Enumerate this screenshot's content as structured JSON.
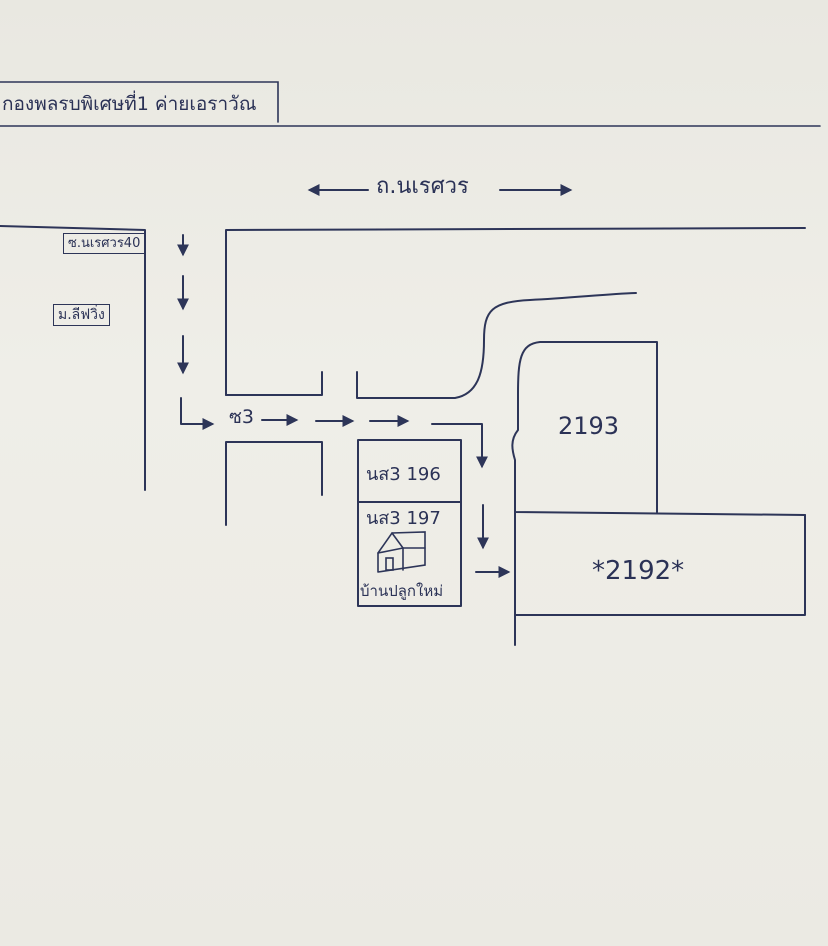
{
  "header": {
    "title": "กองพลรบพิเศษที่1 ค่ายเอราวัณ"
  },
  "roads": {
    "main_road": "ถ.นเรศวร",
    "side_soi": "ซ.นเรศวร40",
    "inner_soi": "ซ3"
  },
  "landmarks": {
    "village": "ม.ลีฟวิ่ง"
  },
  "plots": {
    "plot_196": "นส3 196",
    "plot_197": "นส3 197",
    "new_house": "บ้านปลูกใหม่",
    "plot_2193": "2193",
    "plot_2192": "*2192*"
  },
  "colors": {
    "ink": "#2d3558",
    "paper": "#ecebe4"
  }
}
